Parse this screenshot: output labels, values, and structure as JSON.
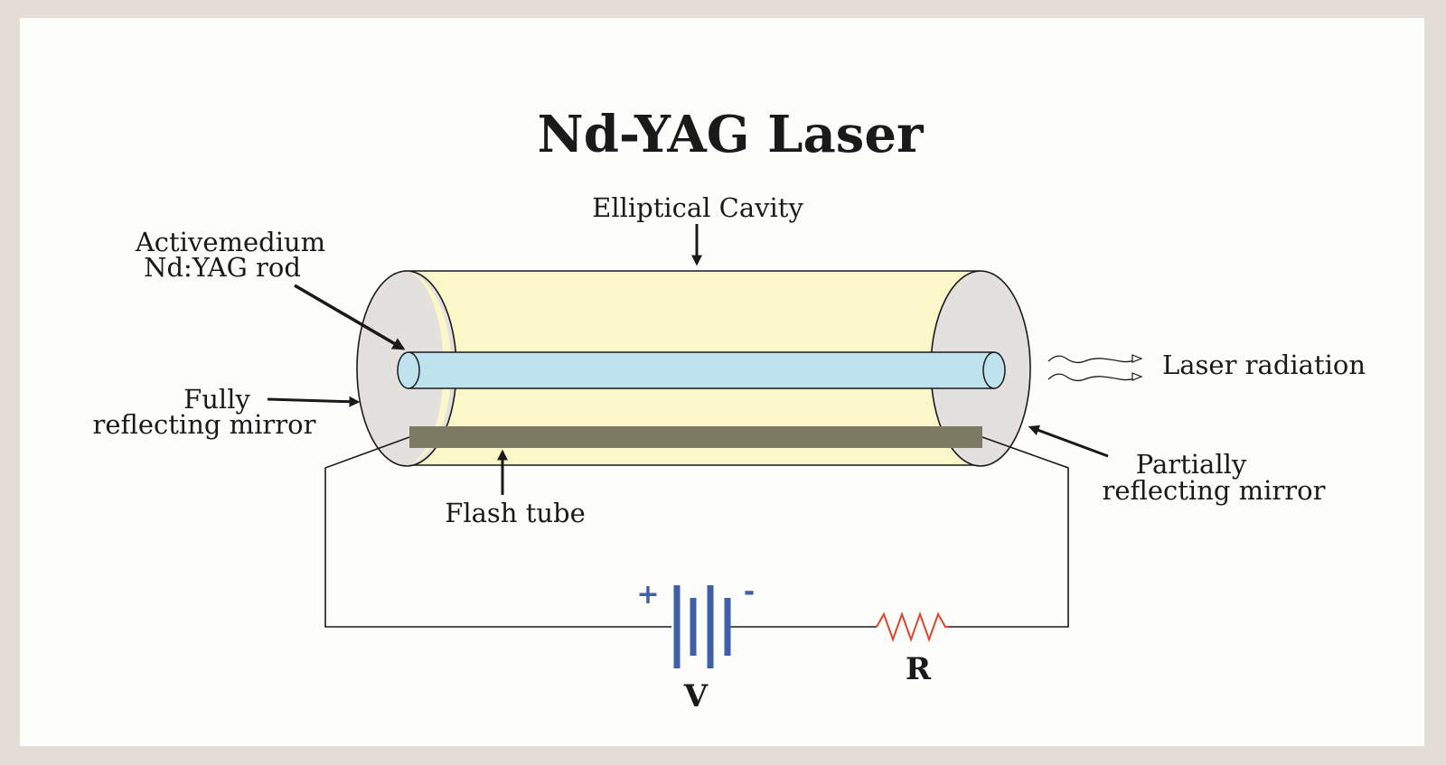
{
  "title": "Nd-YAG  Laser",
  "labels": {
    "elliptical_cavity": "Elliptical Cavity",
    "active_medium_line1": "Activemedium",
    "active_medium_line2": "Nd:YAG rod",
    "fully_reflecting_line1": "Fully",
    "fully_reflecting_line2": "reflecting mirror",
    "flash_tube": "Flash tube",
    "laser_radiation": "Laser radiation",
    "partially_reflecting_line1": "Partially",
    "partially_reflecting_line2": "reflecting mirror",
    "voltage": "V",
    "resistor": "R",
    "plus_sign": "+",
    "minus_sign": "-"
  },
  "colors": {
    "cavity_fill": "#fbf7c8",
    "mirror_fill": "#e3e0dd",
    "rod_fill": "#bfe3ee",
    "flash_tube_fill": "#7d7a63",
    "battery_color": "#3f5fa8",
    "resistor_color": "#e0452c",
    "line_color": "#1a1a1a"
  }
}
